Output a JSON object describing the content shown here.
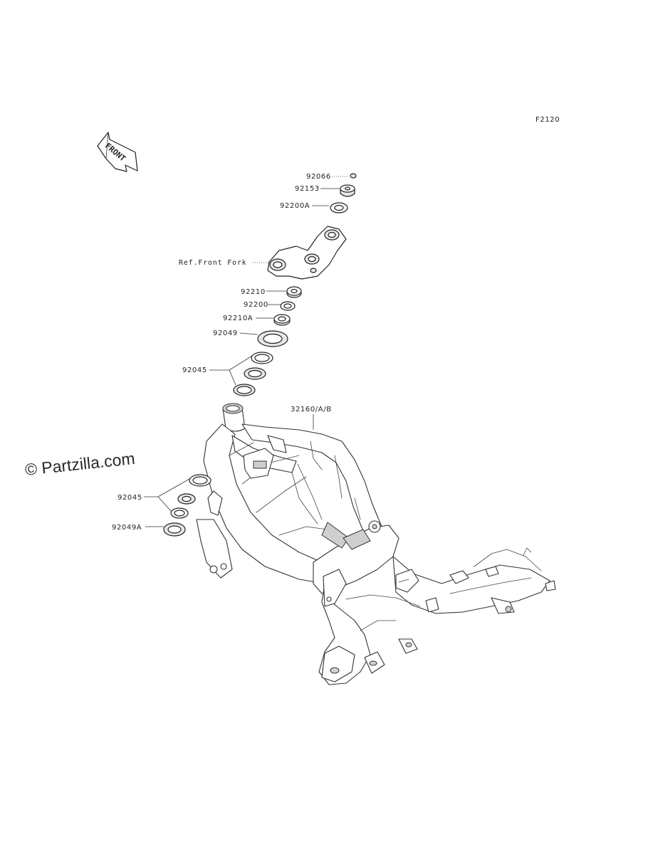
{
  "diagram_code": "F2120",
  "front_badge": "FRONT",
  "watermark": "© Partzilla.com",
  "labels": {
    "p92066": "92066",
    "p92153": "92153",
    "p92200A": "92200A",
    "ref_front_fork": "Ref.Front Fork",
    "p92210": "92210",
    "p92200": "92200",
    "p92210A": "92210A",
    "p92049": "92049",
    "p92045_top": "92045",
    "p32160": "32160/A/B",
    "p92045_low": "92045",
    "p92049A": "92049A"
  }
}
